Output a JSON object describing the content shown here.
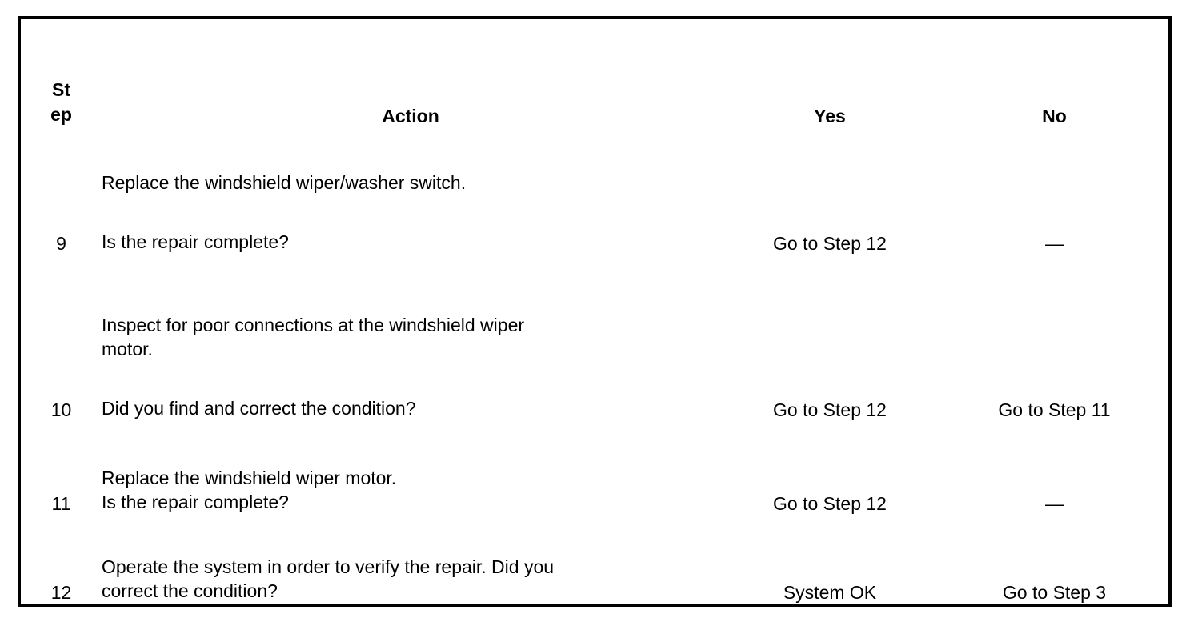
{
  "table": {
    "headers": {
      "step_line1": "St",
      "step_line2": "ep",
      "action": "Action",
      "yes": "Yes",
      "no": "No"
    },
    "rows": [
      {
        "step": "9",
        "action_lines": [
          "Replace the windshield wiper/washer switch.",
          "",
          "Is the repair complete?"
        ],
        "yes": "Go to Step 12",
        "no": "—"
      },
      {
        "step": "10",
        "action_lines": [
          "Inspect for poor connections at the windshield wiper",
          "motor.",
          "",
          "Did you find and correct the condition?"
        ],
        "yes": "Go to Step 12",
        "no": "Go to Step 11"
      },
      {
        "step": "11",
        "action_lines": [
          "Replace the windshield wiper motor.",
          "Is the repair complete?"
        ],
        "yes": "Go to Step 12",
        "no": "—"
      },
      {
        "step": "12",
        "action_lines": [
          "Operate the system in order to verify the repair. Did you",
          "correct the condition?"
        ],
        "yes": "System OK",
        "no": "Go to Step 3"
      }
    ]
  },
  "colors": {
    "border": "#000000",
    "text": "#000000",
    "background": "#ffffff"
  }
}
